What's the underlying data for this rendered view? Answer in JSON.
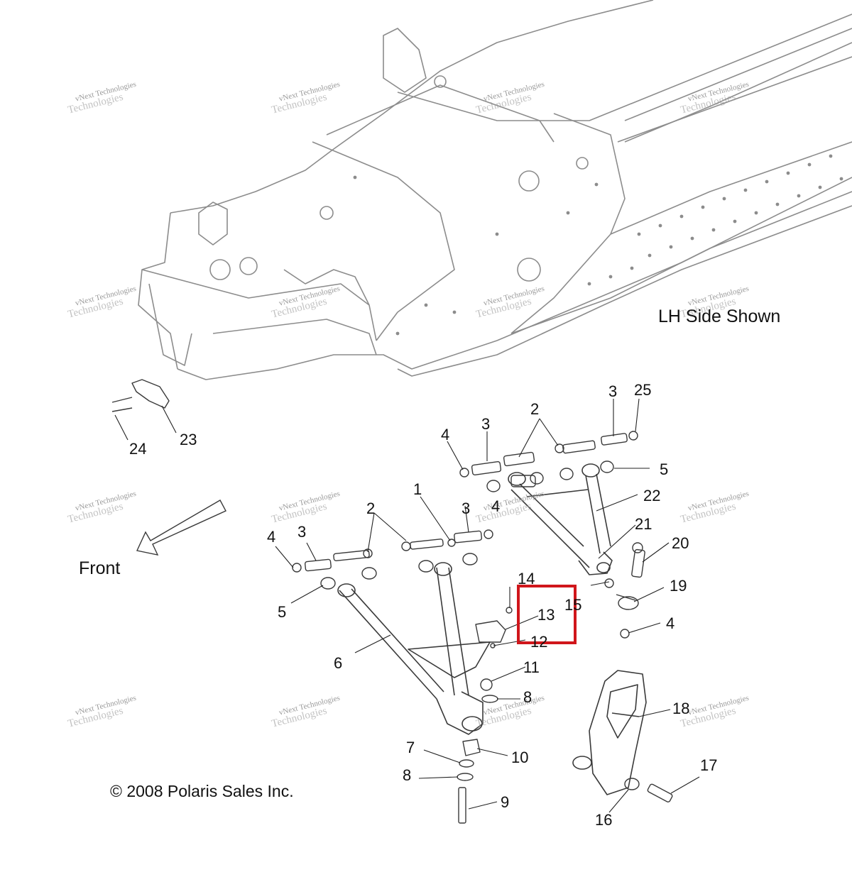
{
  "captions": {
    "side_note": "LH Side Shown",
    "front": "Front",
    "copyright": "© 2008 Polaris Sales Inc."
  },
  "watermark": {
    "line1": "vNext Technologies",
    "line2": "Technologies"
  },
  "callouts": [
    "1",
    "2",
    "2",
    "3",
    "3",
    "3",
    "3",
    "4",
    "4",
    "4",
    "4",
    "5",
    "5",
    "6",
    "7",
    "8",
    "8",
    "9",
    "10",
    "11",
    "12",
    "13",
    "14",
    "15",
    "16",
    "17",
    "18",
    "19",
    "20",
    "21",
    "22",
    "23",
    "24",
    "25"
  ],
  "highlight": {
    "color": "#d0161b"
  },
  "colors": {
    "frame_line": "#8c8c8c",
    "part_line": "#3a3a3a",
    "leader": "#222222"
  }
}
